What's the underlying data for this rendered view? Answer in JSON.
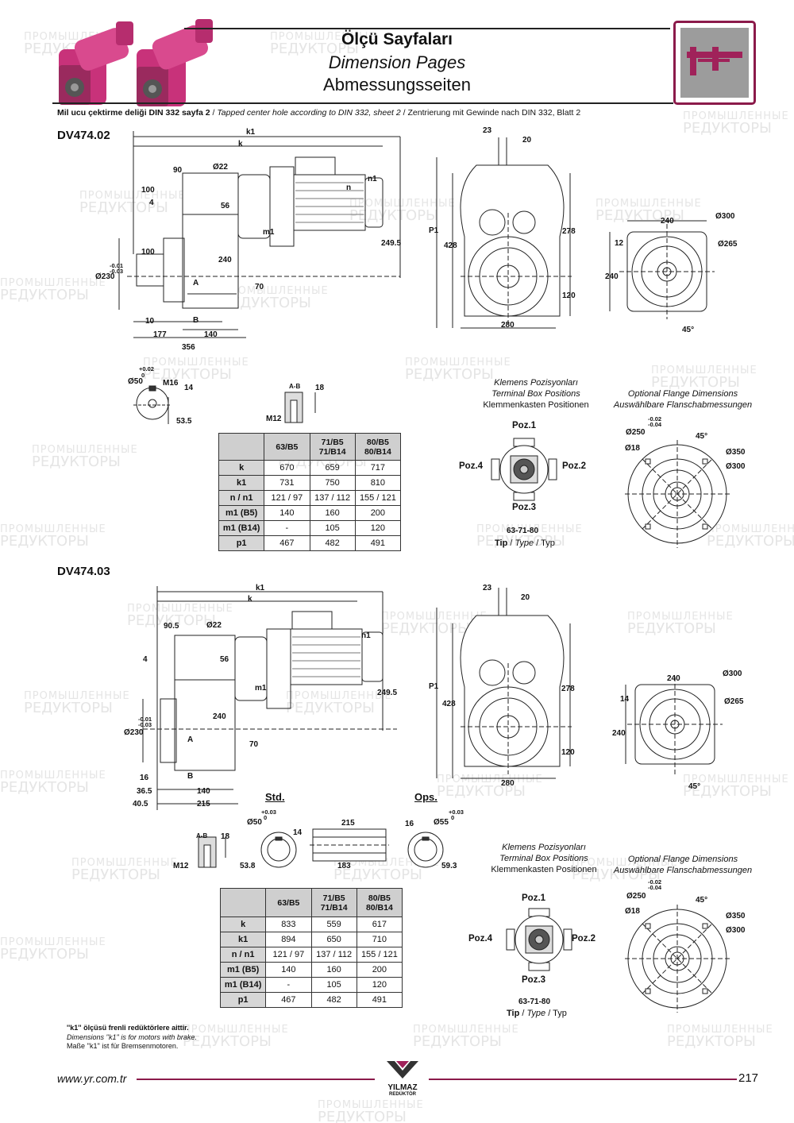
{
  "header": {
    "title_tr": "Ölçü Sayfaları",
    "title_en": "Dimension Pages",
    "title_de": "Abmessungsseiten",
    "note_tr": "Mil ucu çektirme deliği DIN 332 sayfa 2",
    "note_sep1": "/",
    "note_en": "Tapped center hole according to DIN 332, sheet 2",
    "note_sep2": "/",
    "note_de": "Zentrierung mit Gewinde nach DIN 332, Blatt 2"
  },
  "watermark": {
    "line1": "ПРОМЫШЛЕННЫЕ",
    "line2": "РЕДУКТОРЫ"
  },
  "section1": {
    "model": "DV474.02",
    "dims": {
      "k1": "k1",
      "k": "k",
      "d90": "90",
      "d22": "Ø22",
      "d100a": "100",
      "d4": "4",
      "d56": "56",
      "m1": "m1",
      "n": "n",
      "n1": "n1",
      "d249_5": "249.5",
      "d100b": "100",
      "tol1": "-0.01",
      "tol2": "-0.03",
      "d230": "Ø230",
      "d240": "240",
      "d70": "70",
      "A": "A",
      "B": "B",
      "d10": "10",
      "d177": "177",
      "d140": "140",
      "d356": "356",
      "d23": "23",
      "d20": "20",
      "P1": "P1",
      "d428": "428",
      "d278": "278",
      "d120": "120",
      "d280": "280",
      "f300": "Ø300",
      "f240t": "240",
      "f12": "12",
      "f265": "Ø265",
      "f240l": "240",
      "f45": "45°",
      "s_tol1": "+0.02",
      "s_tol2": "0",
      "s50": "Ø50",
      "sM16": "M16",
      "s14": "14",
      "s53_5": "53.5",
      "ab": "A-B",
      "ab18": "18",
      "abM12": "M12"
    },
    "terminal": {
      "l1": "Klemens Pozisyonları",
      "l2": "Terminal Box Positions",
      "l3": "Klemmenkasten Positionen",
      "p1": "Poz.1",
      "p2": "Poz.2",
      "p3": "Poz.3",
      "p4": "Poz.4",
      "type_code": "63-71-80",
      "tip": "Tip",
      "sep1": "/",
      "type": "Type",
      "sep2": "/",
      "typ": "Typ"
    },
    "flange": {
      "l1": "Optional Flange Dimensions",
      "l2": "Auswählbare Flanschabmessungen",
      "tol1": "-0.02",
      "tol2": "-0.04",
      "d250": "Ø250",
      "d18": "Ø18",
      "a45": "45°",
      "d350": "Ø350",
      "d300": "Ø300"
    },
    "table": {
      "headers": [
        "",
        "63/B5",
        "71/B5\n71/B14",
        "80/B5\n80/B14"
      ],
      "rows": [
        [
          "k",
          "670",
          "659",
          "717"
        ],
        [
          "k1",
          "731",
          "750",
          "810"
        ],
        [
          "n / n1",
          "121 / 97",
          "137 / 112",
          "155 / 121"
        ],
        [
          "m1 (B5)",
          "140",
          "160",
          "200"
        ],
        [
          "m1 (B14)",
          "-",
          "105",
          "120"
        ],
        [
          "p1",
          "467",
          "482",
          "491"
        ]
      ]
    }
  },
  "section2": {
    "model": "DV474.03",
    "dims": {
      "k1": "k1",
      "k": "k",
      "d90_5": "90.5",
      "d22": "Ø22",
      "d4": "4",
      "d56": "56",
      "m1": "m1",
      "n1": "n1",
      "d249_5": "249.5",
      "tol1": "-0.01",
      "tol2": "-0.03",
      "d230": "Ø230",
      "d240": "240",
      "d70": "70",
      "A": "A",
      "B": "B",
      "d16": "16",
      "d36_5": "36.5",
      "d140": "140",
      "d40_5": "40.5",
      "d215": "215",
      "d23": "23",
      "d20": "20",
      "P1": "P1",
      "d428": "428",
      "d278": "278",
      "d120": "120",
      "d280": "280",
      "f240t": "240",
      "f300": "Ø300",
      "f14": "14",
      "f265": "Ø265",
      "f240l": "240",
      "f45": "45°",
      "std": "Std.",
      "ops": "Ops.",
      "s_tol1": "+0.03",
      "s_tol2": "0",
      "s50": "Ø50",
      "s14": "14",
      "s53_8": "53.8",
      "h215": "215",
      "h183": "183",
      "o16": "16",
      "o_tol1": "+0.03",
      "o_tol2": "0",
      "o55": "Ø55",
      "o59_3": "59.3",
      "ab": "A-B",
      "ab18": "18",
      "abM12": "M12"
    },
    "terminal": {
      "l1": "Klemens Pozisyonları",
      "l2": "Terminal Box Positions",
      "l3": "Klemmenkasten Positionen",
      "p1": "Poz.1",
      "p2": "Poz.2",
      "p3": "Poz.3",
      "p4": "Poz.4",
      "type_code": "63-71-80",
      "tip": "Tip",
      "sep1": "/",
      "type": "Type",
      "sep2": "/",
      "typ": "Typ"
    },
    "flange": {
      "l1": "Optional Flange Dimensions",
      "l2": "Auswählbare Flanschabmessungen",
      "tol1": "-0.02",
      "tol2": "-0.04",
      "d250": "Ø250",
      "d18": "Ø18",
      "a45": "45°",
      "d350": "Ø350",
      "d300": "Ø300"
    },
    "table": {
      "headers": [
        "",
        "63/B5",
        "71/B5\n71/B14",
        "80/B5\n80/B14"
      ],
      "rows": [
        [
          "k",
          "833",
          "559",
          "617"
        ],
        [
          "k1",
          "894",
          "650",
          "710"
        ],
        [
          "n / n1",
          "121 / 97",
          "137 / 112",
          "155 / 121"
        ],
        [
          "m1 (B5)",
          "140",
          "160",
          "200"
        ],
        [
          "m1 (B14)",
          "-",
          "105",
          "120"
        ],
        [
          "p1",
          "467",
          "482",
          "491"
        ]
      ]
    }
  },
  "footnote": {
    "tr": "''k1'' ölçüsü frenli redüktörlere aittir.",
    "en": "Dimensions ''k1'' is for motors with brake.",
    "de": "Maße ''k1'' ist für Bremsenmotoren."
  },
  "footer": {
    "url": "www.yr.com.tr",
    "brand": "YILMAZ",
    "brand_sub": "REDÜKTÖR",
    "page": "217"
  },
  "colors": {
    "product": "#c8327a",
    "accent": "#a03060",
    "frame": "#8b1a4a"
  }
}
